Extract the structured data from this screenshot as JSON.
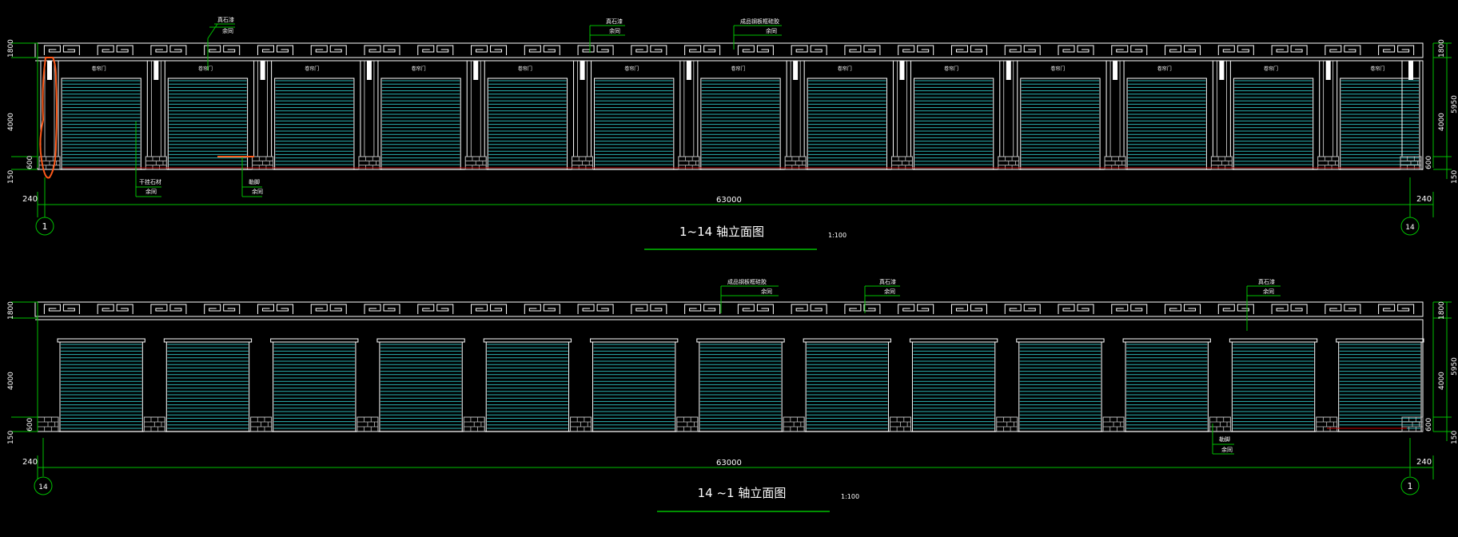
{
  "colors": {
    "background": "#000000",
    "outline": "#ffffff",
    "door": "#2bb3b3",
    "dimension": "#00c000",
    "brick": "#bfbfbf",
    "redline": "#c00000",
    "markup": "#ff5a1a"
  },
  "elevation_top": {
    "title": "1~14 轴立面图",
    "scale": "1:100",
    "total_dim": "63000",
    "left_offset": "240",
    "right_offset": "240",
    "axis_left": "1",
    "axis_right": "14",
    "dims_left": [
      "1800",
      "4000",
      "600",
      "150"
    ],
    "dims_right": [
      "1800",
      "4000",
      "600",
      "150",
      "5950"
    ],
    "door_label": "卷帘门",
    "door_count": 13,
    "annotations": [
      {
        "line1": "真石漆",
        "line2": "余同"
      },
      {
        "line1": "真石漆",
        "line2": "余同"
      },
      {
        "line1": "成品钢板框硅胶",
        "line2": "余同"
      },
      {
        "line1": "干挂石材",
        "line2": "余同"
      },
      {
        "line1": "勒脚",
        "line2": "余同"
      }
    ]
  },
  "elevation_bottom": {
    "title": "14 ~1 轴立面图",
    "scale": "1:100",
    "total_dim": "63000",
    "left_offset": "240",
    "right_offset": "240",
    "axis_left": "14",
    "axis_right": "1",
    "dims_left": [
      "1800",
      "4000",
      "600",
      "150"
    ],
    "dims_right": [
      "1800",
      "4000",
      "600",
      "150",
      "5950"
    ],
    "door_count": 13,
    "annotations": [
      {
        "line1": "成品钢板框硅胶",
        "line2": "余同"
      },
      {
        "line1": "真石漆",
        "line2": "余同"
      },
      {
        "line1": "真石漆",
        "line2": "余同"
      },
      {
        "line1": "勒脚",
        "line2": "余同"
      }
    ]
  }
}
